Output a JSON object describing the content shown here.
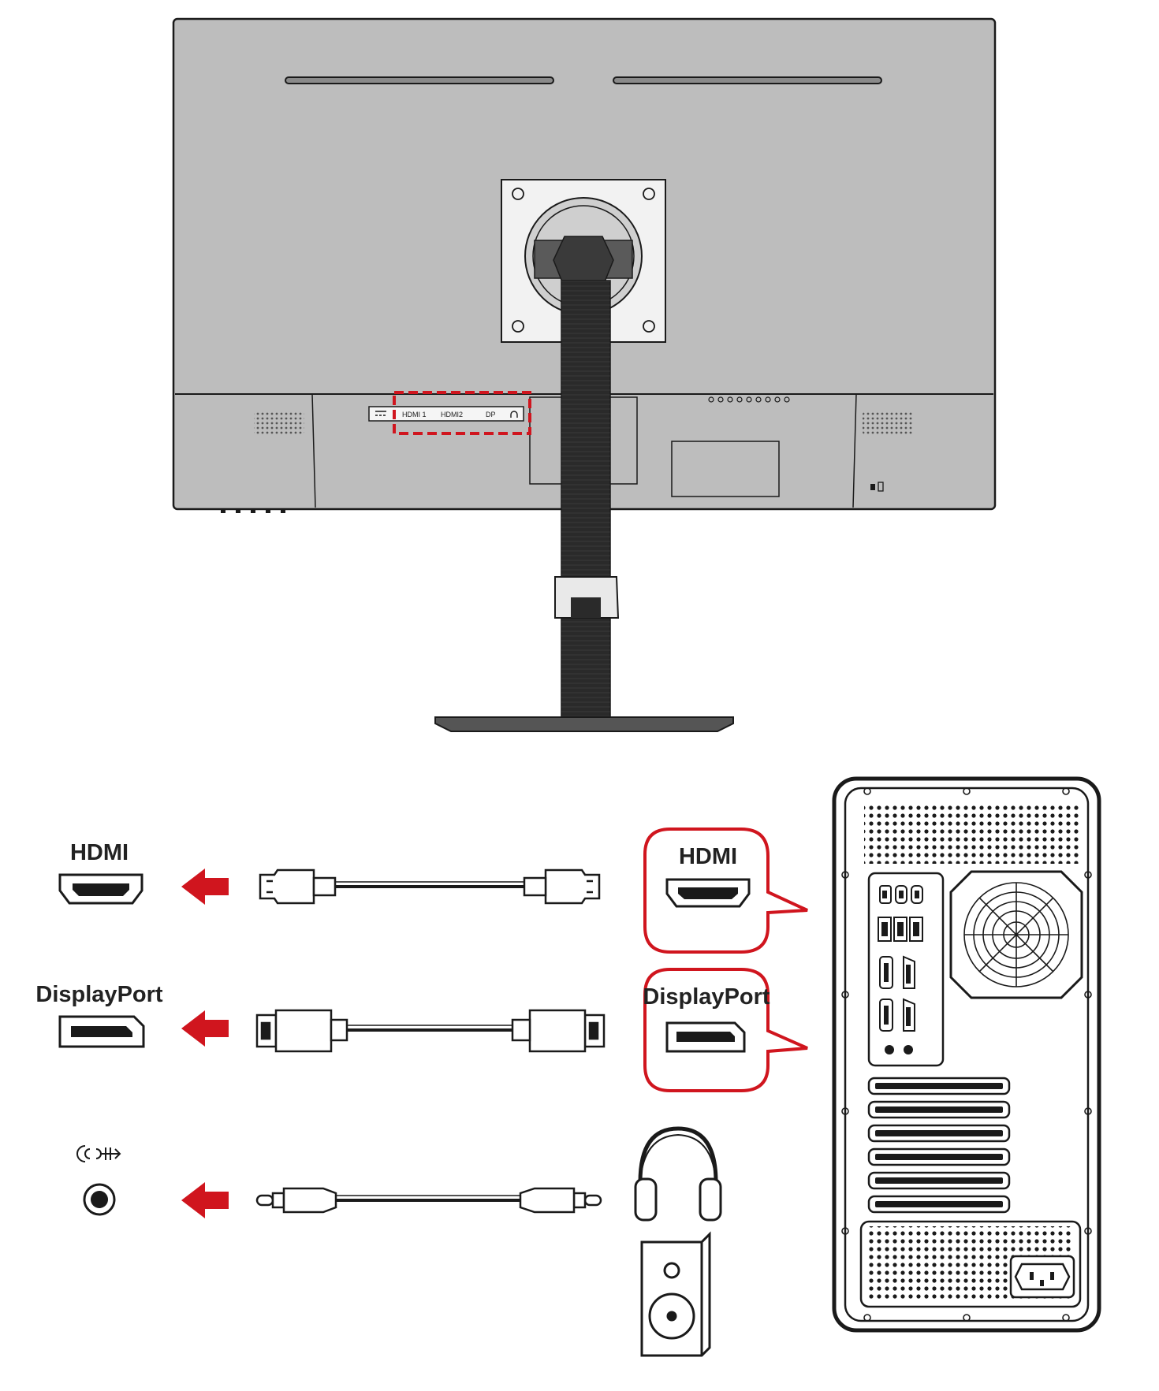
{
  "monitor_ports": {
    "hdmi1": "HDMI 1",
    "hdmi2": "HDMI2",
    "dp": "DP"
  },
  "connections": [
    {
      "id": "hdmi",
      "port_label": "HDMI",
      "callout_label": "HDMI",
      "cable": "hdmi-cable"
    },
    {
      "id": "displayport",
      "port_label": "DisplayPort",
      "callout_label": "DisplayPort",
      "cable": "displayport-cable"
    },
    {
      "id": "audio",
      "port_icon": "audio-out-icon",
      "cable": "audio-3.5mm-cable",
      "devices": [
        "headphones-icon",
        "speaker-icon"
      ]
    }
  ],
  "colors": {
    "accent_red": "#d0151e",
    "monitor_gray": "#bdbdbd",
    "outline": "#1a1a1a"
  }
}
